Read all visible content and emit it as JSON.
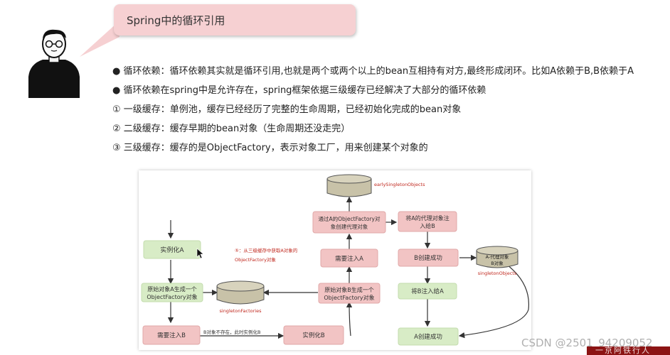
{
  "header": {
    "title": "Spring中的循环引用"
  },
  "bullets": [
    {
      "marker": "●",
      "text": "循环依赖：循环依赖其实就是循环引用,也就是两个或两个以上的bean互相持有对方,最终形成闭环。比如A依赖于B,B依赖于A"
    },
    {
      "marker": "●",
      "text": "循环依赖在spring中是允许存在，spring框架依据三级缓存已经解决了大部分的循环依赖"
    },
    {
      "marker": "①",
      "text": "一级缓存：单例池，缓存已经经历了完整的生命周期，已经初始化完成的bean对象"
    },
    {
      "marker": "②",
      "text": "二级缓存：缓存早期的bean对象（生命周期还没走完）"
    },
    {
      "marker": "③",
      "text": "三级缓存：缓存的是ObjectFactory，表示对象工厂，用来创建某个对象的"
    }
  ],
  "diagram": {
    "nodes": {
      "instantiate_a": "实例化A",
      "raw_a_factory_1": "原始对象A生成一个",
      "raw_a_factory_2": "ObjectFactory对象",
      "need_inject_b": "需要注入B",
      "b_not_exist": "B对象不存在，此时实例化B",
      "instantiate_b": "实例化B",
      "raw_b_factory_1": "原始对象B生成一个",
      "raw_b_factory_2": "ObjectFactory对象",
      "need_inject_a": "需要注入A",
      "via_factory_1": "通过A的ObjectFactory对",
      "via_factory_2": "象创建代理对象",
      "proxy_into_b_1": "将A的代理对象注",
      "proxy_into_b_2": "入给B",
      "b_created": "B创建成功",
      "inject_b_into_a": "将B注入给A",
      "a_created": "A创建成功",
      "step5_1": "⑤：从三级缓存中获取A对象的",
      "step5_2": "ObjectFactory对象"
    },
    "caches": {
      "early": "earlySingletonObjects",
      "factories": "singletonFactories",
      "singletons": "singletonObjects",
      "singletons_content_1": "A-代理对象",
      "singletons_content_2": "B对象"
    }
  },
  "watermark": "CSDN @2501_94209052",
  "corner_text": "一京阿铁行人",
  "colors": {
    "green_node": "#d8ecc6",
    "pink_node": "#f2c4c4",
    "cylinder": "#c8c2a8",
    "arrow": "#333333",
    "annotation_red": "#c0281e"
  }
}
